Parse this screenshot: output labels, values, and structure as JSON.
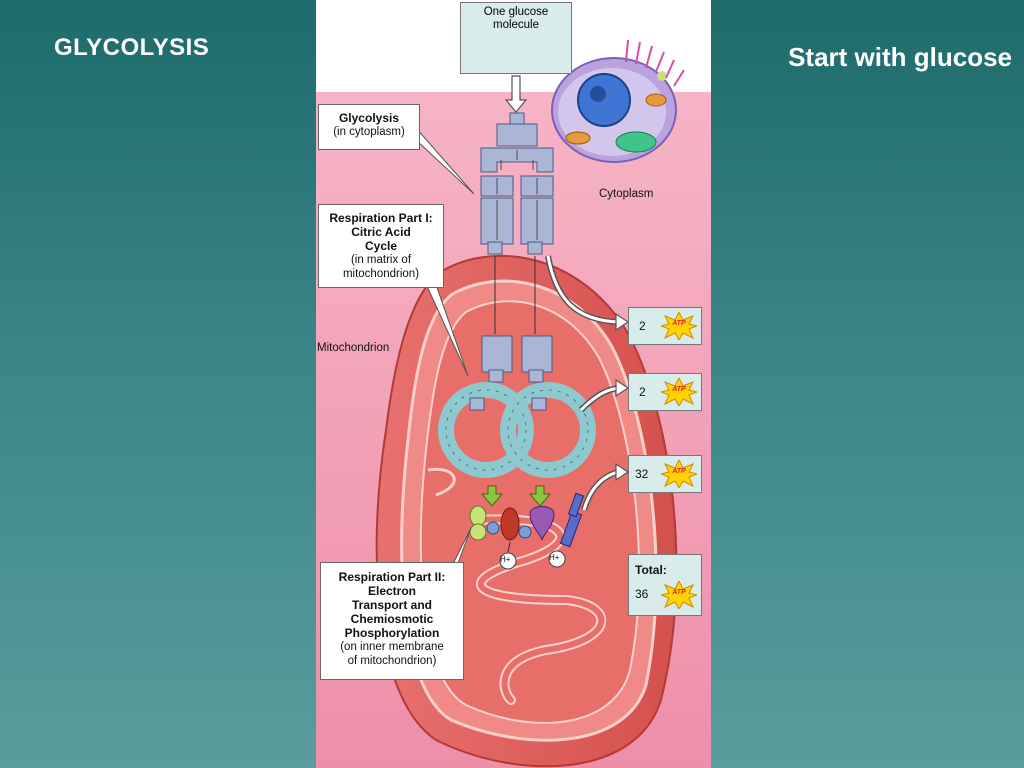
{
  "slide": {
    "title": "GLYCOLYSIS",
    "subtitle": "Start with glucose"
  },
  "diagram": {
    "glucose_label_line1": "One glucose",
    "glucose_label_line2": "molecule",
    "glycolysis_title": "Glycolysis",
    "glycolysis_sub": "(in cytoplasm)",
    "cytoplasm_label": "Cytoplasm",
    "citric_title_1": "Respiration Part I:",
    "citric_title_2": "Citric Acid",
    "citric_title_3": "Cycle",
    "citric_sub_1": "(in matrix of",
    "citric_sub_2": "mitochondrion)",
    "mitochondrion_label": "Mitochondrion",
    "etc_title_1": "Respiration Part II:",
    "etc_title_2": "Electron",
    "etc_title_3": "Transport and",
    "etc_title_4": "Chemiosmotic",
    "etc_title_5": "Phosphorylation",
    "etc_sub_1": "(on inner membrane",
    "etc_sub_2": "of mitochondrion)",
    "proton_1": "H+",
    "proton_2": "H+",
    "atp_text": "ATP",
    "atp_glycolysis": "2",
    "atp_citric": "2",
    "atp_etc": "32",
    "total_label": "Total:",
    "atp_total": "36"
  },
  "colors": {
    "background_top": "#1e6b6b",
    "background_bottom": "#5a9d9d",
    "cytoplasm_pink": "#f4a7bd",
    "mitochondrion_red": "#e0605e",
    "enzyme_blue": "#a9b6d6",
    "cycle_teal": "#8ec9cf",
    "glucose_green": "#8cc63f",
    "atp_yellow": "#ffd200"
  }
}
